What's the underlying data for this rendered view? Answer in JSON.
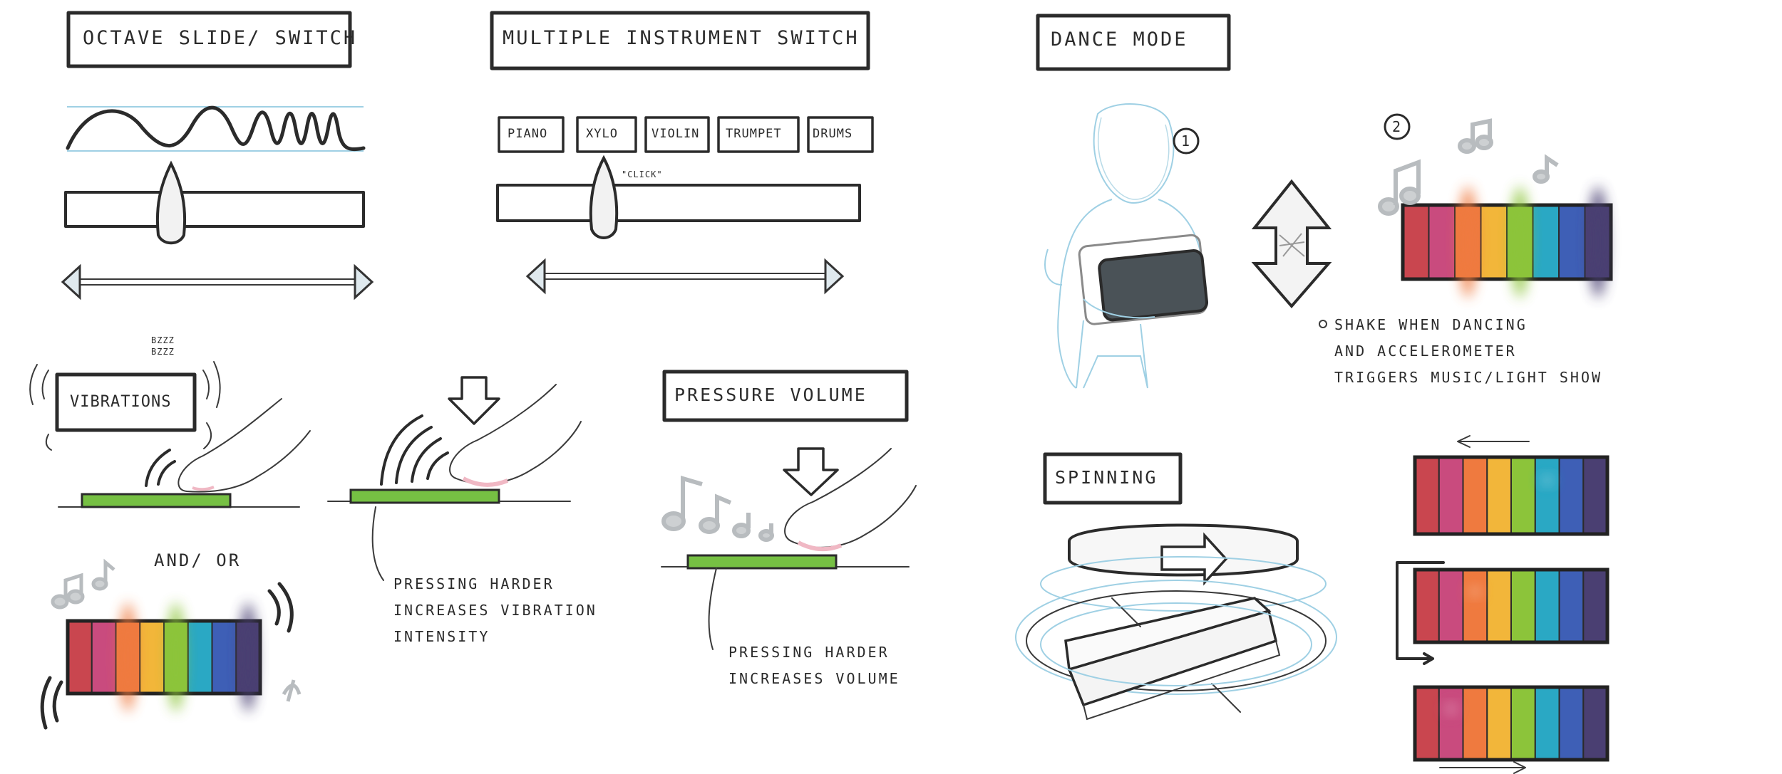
{
  "sections": {
    "octave": {
      "title": "OCTAVE SLIDE/ SWITCH"
    },
    "instrument": {
      "title": "MULTIPLE INSTRUMENT SWITCH",
      "buttons": [
        "PIANO",
        "XYLO",
        "VIOLIN",
        "TRUMPET",
        "DRUMS"
      ],
      "click_label": "\"CLICK\""
    },
    "dance": {
      "title": "DANCE MODE",
      "step1": "1",
      "step2": "2",
      "note": "SHAKE WHEN DANCING\nAND ACCELEROMETER\nTRIGGERS MUSIC/LIGHT SHOW"
    },
    "vibrations": {
      "title": "VIBRATIONS",
      "buzz": "BZZZ\nBZZZ",
      "and_or": "AND/ OR",
      "note": "PRESSING HARDER\nINCREASES VIBRATION\nINTENSITY"
    },
    "pressure": {
      "title": "PRESSURE VOLUME",
      "note": "PRESSING HARDER\nINCREASES VOLUME"
    },
    "spinning": {
      "title": "SPINNING"
    }
  },
  "colors": {
    "keys": [
      "#c9464f",
      "#c94b7e",
      "#ef7a3f",
      "#f2b63a",
      "#8cc43a",
      "#2aa8c4",
      "#3e5fb6",
      "#4a3f72"
    ],
    "pad_green": "#76c043",
    "sketch_blue": "#9fd0e4"
  }
}
